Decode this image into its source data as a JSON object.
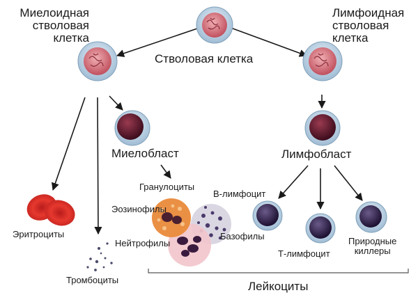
{
  "labels": {
    "stem_cell": "Стволовая клетка",
    "myeloid": [
      "Миелоидная",
      "стволовая",
      "клетка"
    ],
    "lymphoid": [
      "Лимфоидная",
      "стволовая",
      "клетка"
    ],
    "myeloblast": "Миелобласт",
    "lymphoblast": "Лимфобласт",
    "granulocytes": "Гранулоциты",
    "eosinophils": "Эозинофилы",
    "neutrophils": "Нейтрофилы",
    "basophils": "Базофилы",
    "erythrocytes": "Эритроциты",
    "thrombocytes": "Тромбоциты",
    "b_lymphocyte": "В-лимфоцит",
    "t_lymphocyte": "Т-лимфоцит",
    "nk": [
      "Природные",
      "киллеры"
    ],
    "leukocytes": "Лейкоциты"
  },
  "colors": {
    "cell_ring": "#a9c6dc",
    "stem_nucleus": "#d8707a",
    "blast_nucleus": "#6a1a2e",
    "erythrocyte": "#e2322a",
    "arrow": "#1a1a1a"
  }
}
